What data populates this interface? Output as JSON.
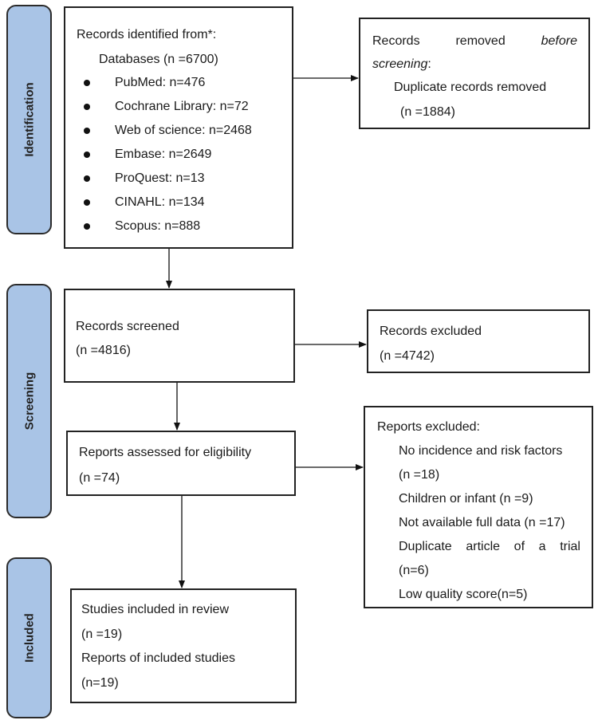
{
  "phases": {
    "identification": "Identification",
    "screening": "Screening",
    "included": "Included"
  },
  "identified": {
    "title": "Records identified from*:",
    "databases": "Databases (n =6700)",
    "sources": [
      "PubMed: n=476",
      "Cochrane Library: n=72",
      "Web of science: n=2468",
      "Embase: n=2649",
      "ProQuest: n=13",
      "CINAHL: n=134",
      "Scopus: n=888"
    ]
  },
  "removed": {
    "word1": "Records",
    "word2": "removed",
    "word3": "before",
    "line2": "screening",
    "colon": ":",
    "line3": "Duplicate records removed",
    "line4": "(n =1884)"
  },
  "screened": {
    "line1": "Records screened",
    "line2": "(n =4816)"
  },
  "excluded": {
    "line1": "Records excluded",
    "line2": "(n =4742)"
  },
  "assessed": {
    "line1": "Reports assessed for eligibility",
    "line2": "(n =74)"
  },
  "reports_excluded": {
    "title": "Reports excluded:",
    "r1": "No incidence and risk factors",
    "r1n": "(n =18)",
    "r2": "Children or infant (n =9)",
    "r3": "Not available full data (n =17)",
    "r4a": "Duplicate",
    "r4b": "article",
    "r4c": "of",
    "r4d": "a",
    "r4e": "trial",
    "r4n": "(n=6)",
    "r5": "Low quality score(n=5)"
  },
  "included": {
    "line1": "Studies included in review",
    "line2": "(n =19)",
    "line3": "Reports of included studies",
    "line4": "(n=19)"
  },
  "colors": {
    "phase_fill": "#a9c4e6",
    "border": "#222222"
  }
}
